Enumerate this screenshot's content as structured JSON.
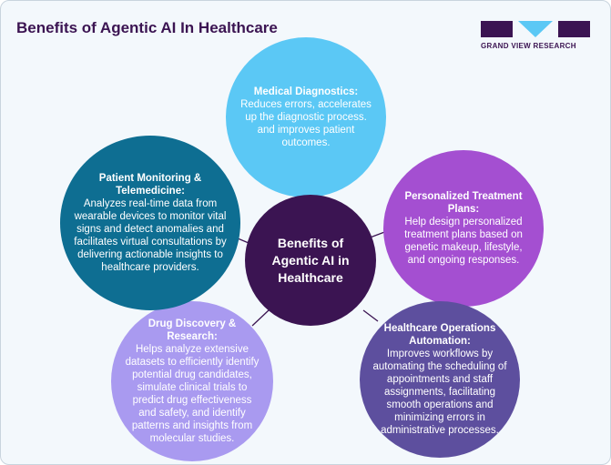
{
  "title": "Benefits of Agentic AI In Healthcare",
  "logo": {
    "text": "GRAND VIEW RESEARCH"
  },
  "center": {
    "label": "Benefits of Agentic AI in Healthcare"
  },
  "colors": {
    "center": "#3b1452",
    "medical": "#5bc8f5",
    "personalized": "#a44fd1",
    "operations": "#5d4f9e",
    "drug": "#a99af0",
    "patient": "#0e6e92"
  },
  "nodes": {
    "medical": {
      "heading": "Medical Diagnostics:",
      "body": "Reduces errors, accelerates up the diagnostic process. and improves patient outcomes."
    },
    "personalized": {
      "heading": "Personalized Treatment Plans:",
      "body": "Help design personalized treatment plans based on genetic makeup, lifestyle, and ongoing responses."
    },
    "operations": {
      "heading": "Healthcare Operations Automation:",
      "body": "Improves workflows by automating the scheduling of appointments and staff assignments, facilitating smooth operations and minimizing errors in administrative processes."
    },
    "drug": {
      "heading": "Drug Discovery & Research:",
      "body": "Helps analyze extensive datasets to efficiently identify potential drug candidates, simulate clinical trials to predict drug effectiveness and safety, and identify patterns and insights from molecular studies."
    },
    "patient": {
      "heading": "Patient Monitoring & Telemedicine:",
      "body": "Analyzes real-time data from wearable devices to monitor vital signs and detect anomalies and facilitates virtual consultations by delivering actionable insights to healthcare providers."
    }
  }
}
